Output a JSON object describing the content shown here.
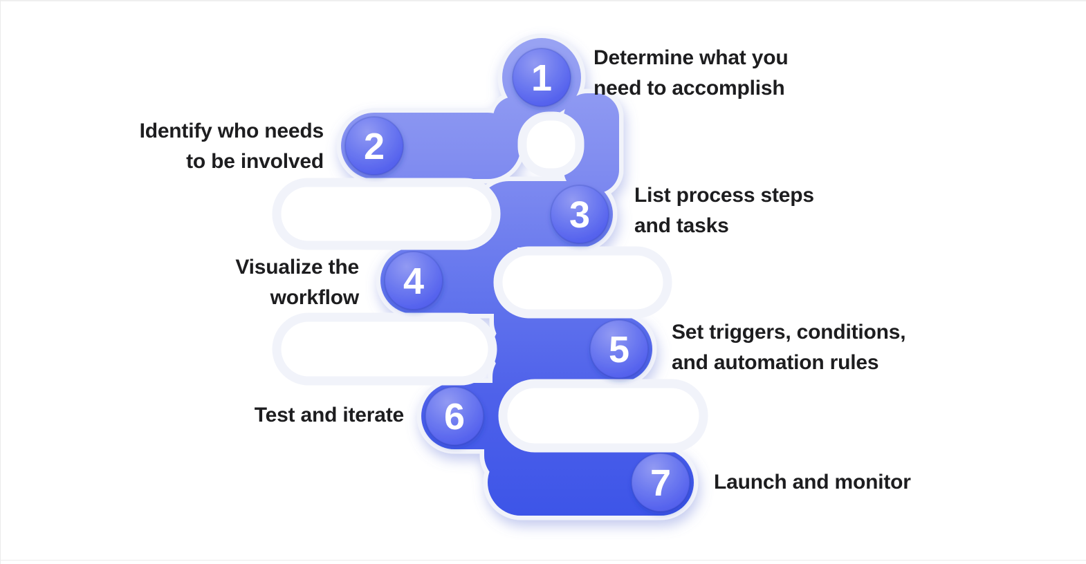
{
  "card": {
    "background": "#ffffff",
    "border_color": "#efefef"
  },
  "palette": {
    "band_top": "#99a3f3",
    "band_upper": "#7f8bf0",
    "band_mid": "#6375ed",
    "band_lower": "#4e61ea",
    "band_bottom": "#3c54e8",
    "chip_highlight": "#929af3",
    "chip_light": "#6f7cf0",
    "chip_mid": "#5865ee",
    "chip_deep": "#4b59e8",
    "outline": "#f1f3fa",
    "notch_fill": "#ffffff",
    "shadow": "#7585da",
    "chip_shadow": "#2336ae",
    "label_text": "#1d1d1f",
    "number_text": "#ffffff"
  },
  "steps": [
    {
      "number": "1",
      "label_line1": "Determine what you",
      "label_line2": "need to accomplish",
      "side": "right"
    },
    {
      "number": "2",
      "label_line1": "Identify who needs",
      "label_line2": "to be involved",
      "side": "left"
    },
    {
      "number": "3",
      "label_line1": "List process steps",
      "label_line2": "and tasks",
      "side": "right"
    },
    {
      "number": "4",
      "label_line1": "Visualize the",
      "label_line2": "workflow",
      "side": "left"
    },
    {
      "number": "5",
      "label_line1": "Set triggers, conditions,",
      "label_line2": "and automation rules",
      "side": "right"
    },
    {
      "number": "6",
      "label_line1": "Test and iterate",
      "label_line2": "",
      "side": "left"
    },
    {
      "number": "7",
      "label_line1": "Launch and monitor",
      "label_line2": "",
      "side": "right"
    }
  ]
}
